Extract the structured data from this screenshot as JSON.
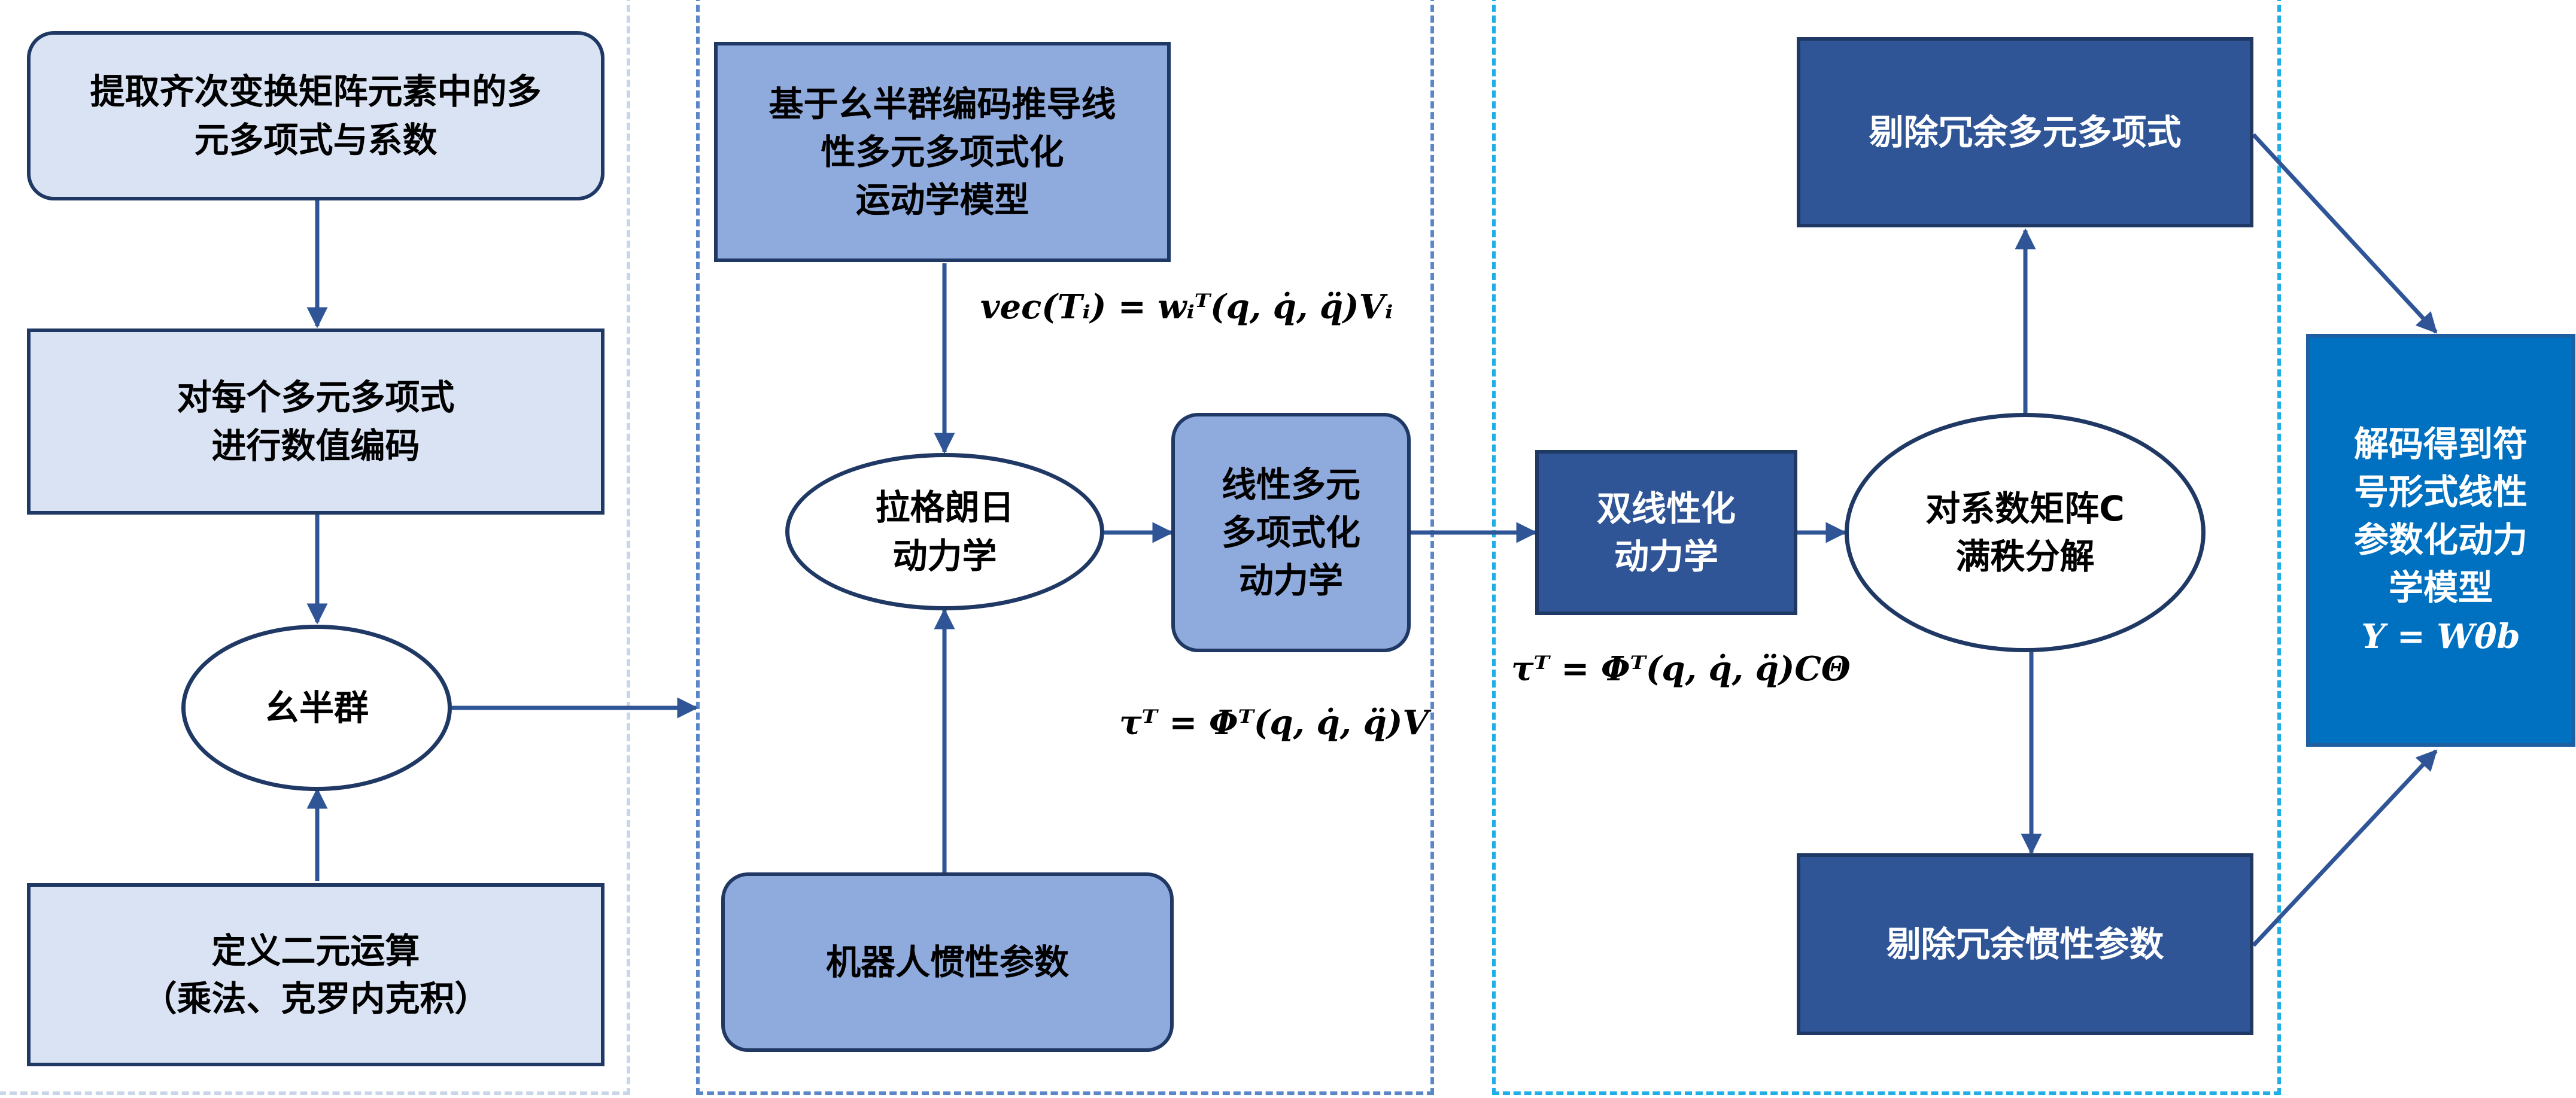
{
  "colors": {
    "panel1_border": "#c9d6ea",
    "panel2_border": "#5b86c8",
    "panel3_border": "#1faee6",
    "light_fill": "#dae3f3",
    "mid_fill": "#8faadc",
    "dark_fill": "#2f5597",
    "final_fill": "#0070c0",
    "arrow": "#2f5597"
  },
  "nodes": {
    "extract": "提取齐次变换矩阵元素中的多\n元多项式与系数",
    "encode": "对每个多元多项式\n进行数值编码",
    "monoid": "幺半群",
    "binary_op": "定义二元运算\n（乘法、克罗内克积）",
    "derive": "基于幺半群编码推导线\n性多元多项式化\n运动学模型",
    "lagrange": "拉格朗日\n动力学",
    "inertia": "机器人惯性参数",
    "linear_poly": "线性多元\n多项式化\n动力学",
    "bilinear": "双线性化\n动力学",
    "full_rank": "对系数矩阵C\n满秩分解",
    "remove_poly": "剔除冗余多元多项式",
    "remove_inertia": "剔除冗余惯性参数",
    "final": "解码得到符\n号形式线性\n参数化动力\n学模型",
    "final_eq": "Y = Wθb"
  },
  "formulas": {
    "kinematics": "vec(Tᵢ) = wᵢᵀ(q, q̇, q̈)Vᵢ",
    "tau_phi_v": "τᵀ = Φᵀ(q, q̇, q̈)V",
    "tau_phi_c": "τᵀ = Φᵀ(q, q̇, q̈)CΘ"
  }
}
